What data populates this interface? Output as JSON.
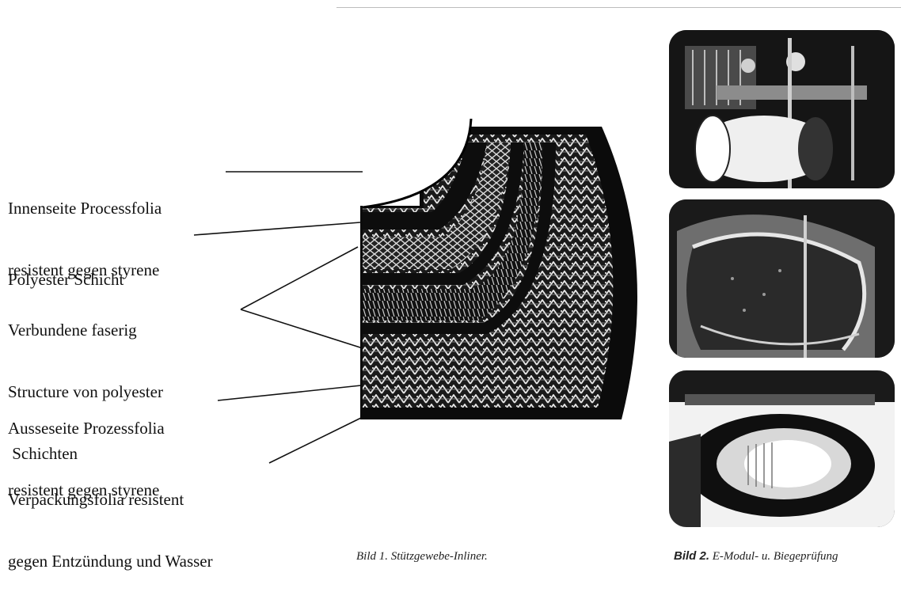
{
  "labels": [
    {
      "line1": "Innenseite Processfolia",
      "line2": "resistent gegen styrene"
    },
    {
      "line1": "Polyester Schicht"
    },
    {
      "line1": "Verbundene faserig",
      "line2": "Structure von polyester",
      "line3": " Schichten"
    },
    {
      "line1": "Ausseseite Prozessfolia",
      "line2": "resistent gegen styrene"
    },
    {
      "line1": "Verpackungsfolia resistent",
      "line2": "gegen Entzündung und Wasser"
    }
  ],
  "captions": {
    "bild1": "Bild 1.  Stützgewebe-Inliner.",
    "bild2_prefix": "Bild 2.",
    "bild2_text": " E-Modul- u. Biegeprüfung"
  }
}
